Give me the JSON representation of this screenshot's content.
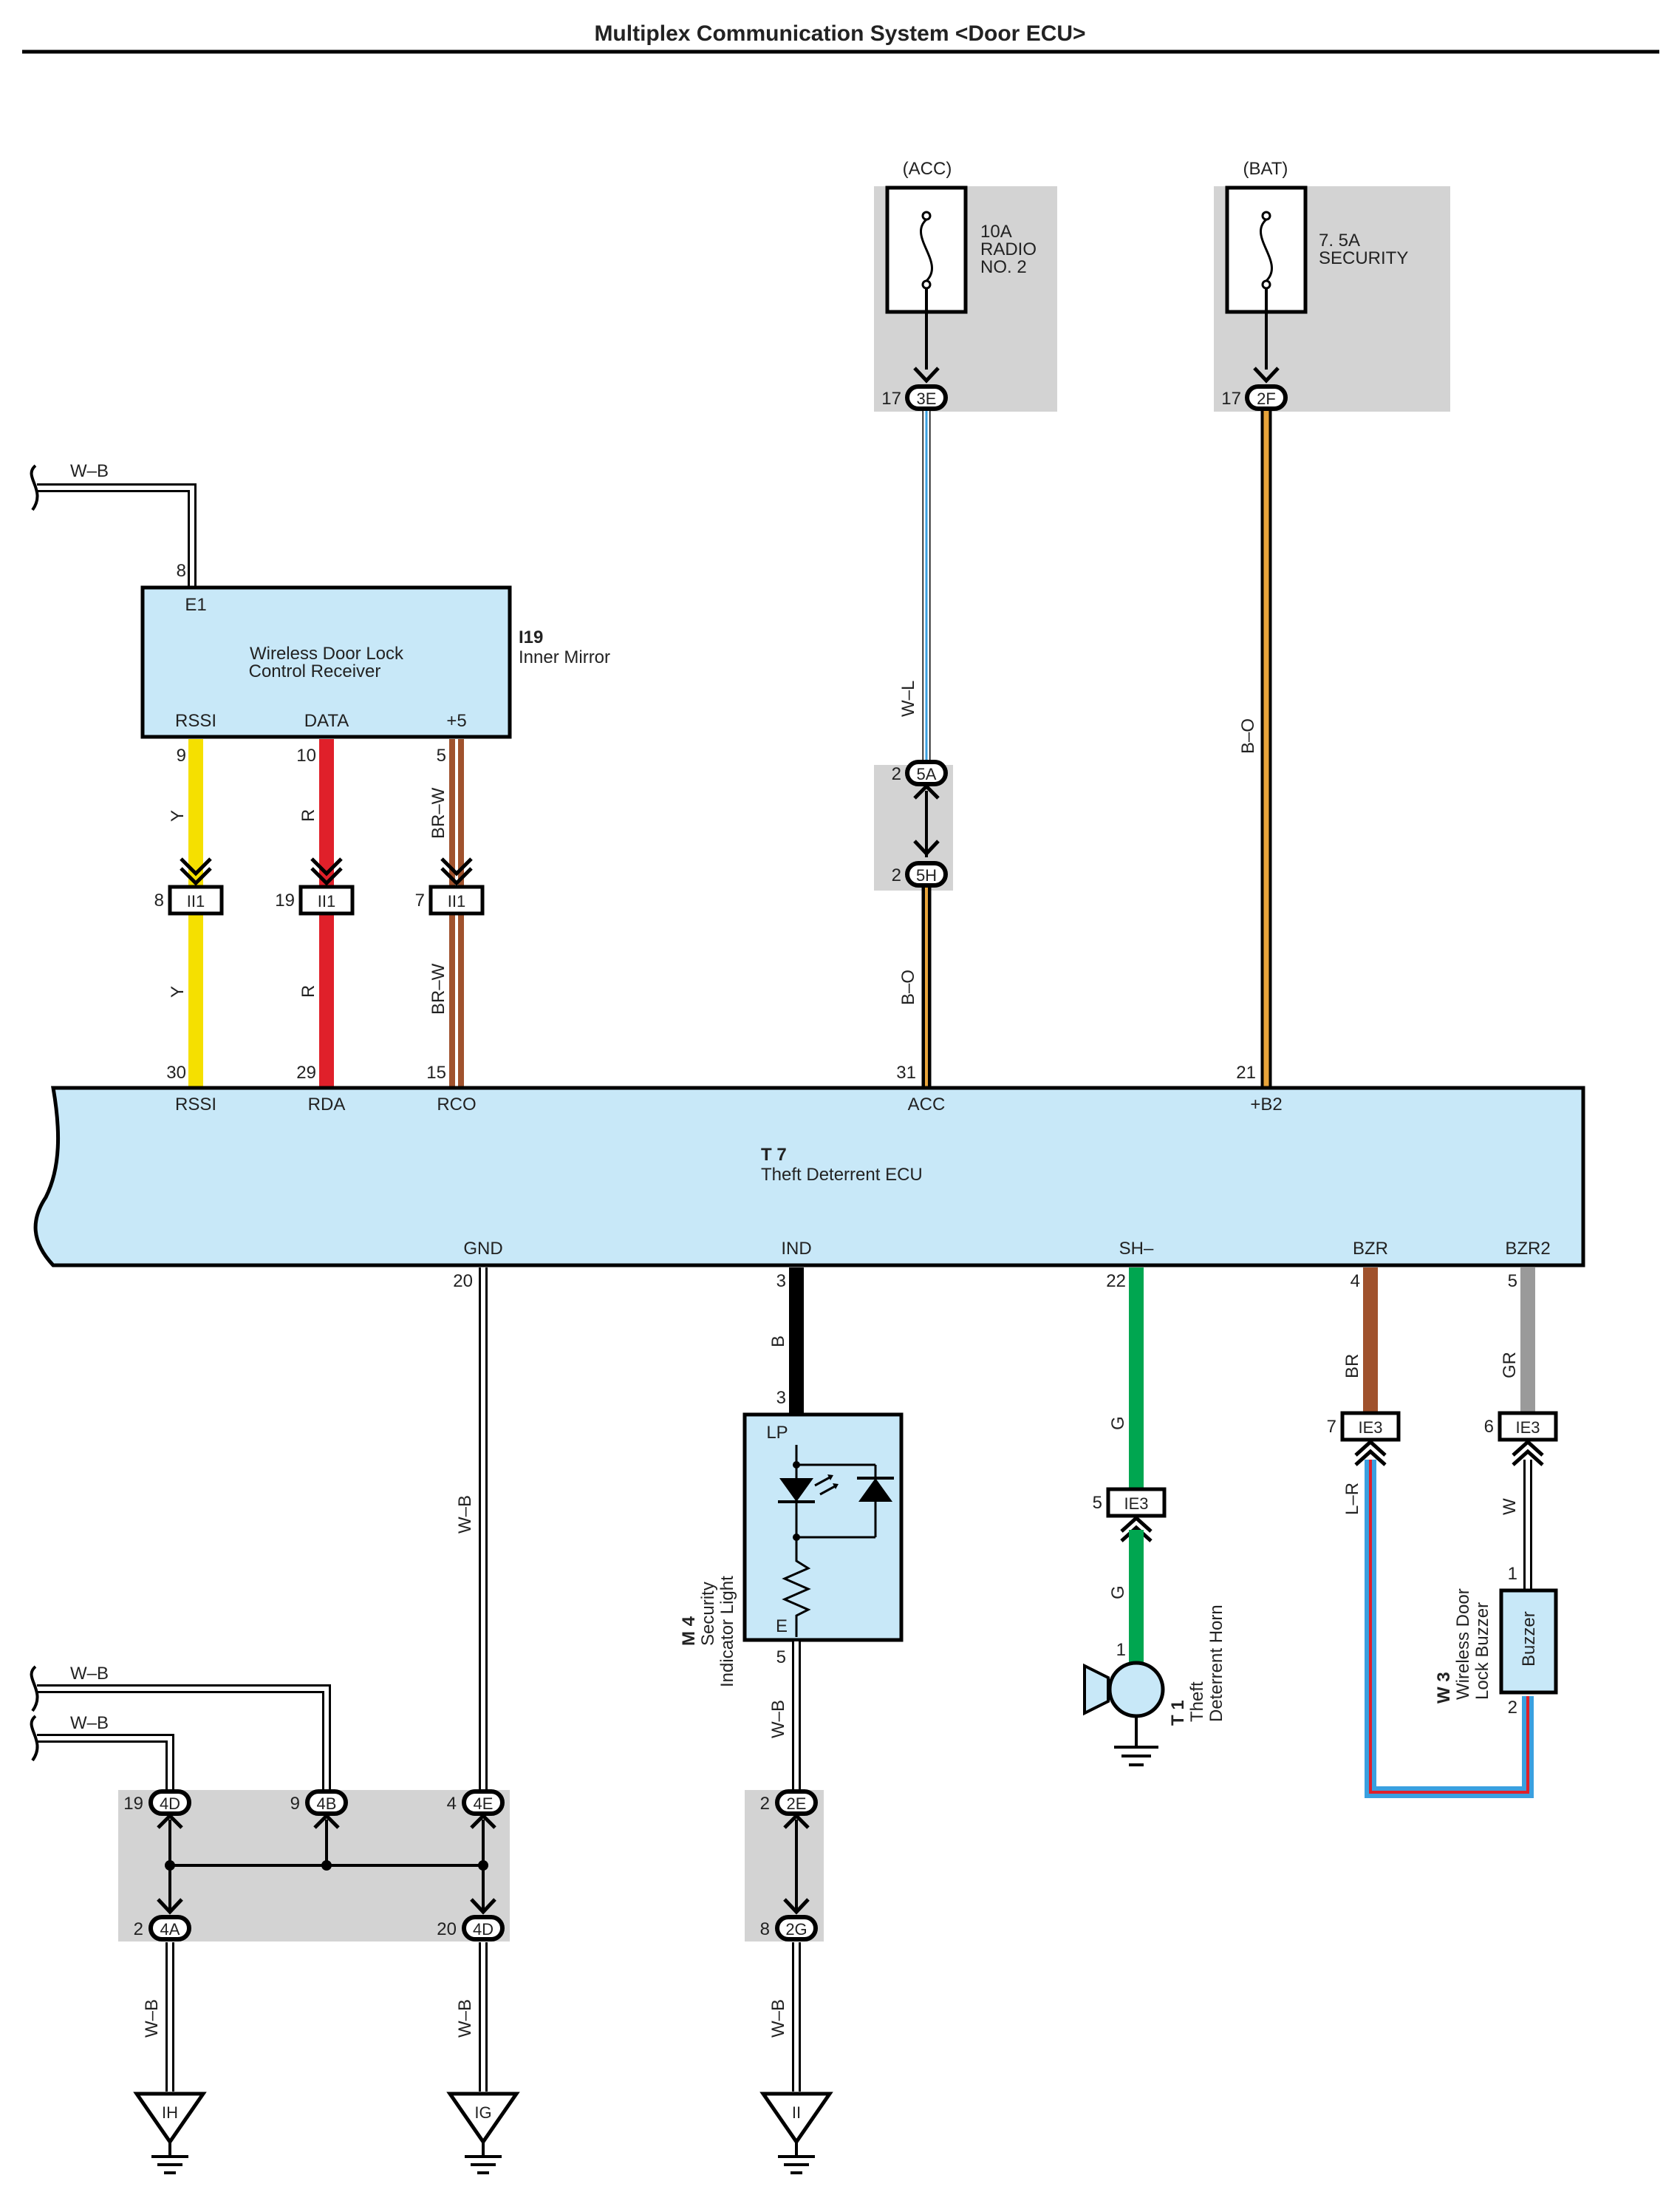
{
  "title": "Multiplex Communication System <Door ECU>",
  "fuses": {
    "acc": {
      "source": "(ACC)",
      "rating": "10A",
      "line1": "RADIO",
      "line2": "NO. 2",
      "pin": "17",
      "connector": "3E"
    },
    "bat": {
      "source": "(BAT)",
      "rating": "7. 5A",
      "line1": "SECURITY",
      "pin": "17",
      "connector": "2F"
    }
  },
  "receiver": {
    "ref": "I19",
    "location": "Inner Mirror",
    "line1": "Wireless Door Lock",
    "line2": "Control Receiver",
    "ground_pin_name": "E1",
    "ground_pin": "8",
    "ground_wire": "W–B",
    "pins": [
      {
        "name": "RSSI",
        "pin": "9",
        "wire": "Y",
        "junction_pin": "8",
        "junction": "II1",
        "wire2": "Y",
        "ecu_pin": "30"
      },
      {
        "name": "DATA",
        "pin": "10",
        "wire": "R",
        "junction_pin": "19",
        "junction": "II1",
        "wire2": "R",
        "ecu_pin": "29"
      },
      {
        "name": "+5",
        "pin": "5",
        "wire": "BR–W",
        "junction_pin": "7",
        "junction": "II1",
        "wire2": "BR–W",
        "ecu_pin": "15"
      }
    ]
  },
  "ecu": {
    "ref": "T 7",
    "name": "Theft Deterrent ECU",
    "top_pins": [
      {
        "name": "RSSI",
        "pin": "30"
      },
      {
        "name": "RDA",
        "pin": "29"
      },
      {
        "name": "RCO",
        "pin": "15"
      },
      {
        "name": "ACC",
        "pin": "31"
      },
      {
        "name": "+B2",
        "pin": "21"
      }
    ],
    "bottom_pins": [
      {
        "name": "GND",
        "pin": "20"
      },
      {
        "name": "IND",
        "pin": "3"
      },
      {
        "name": "SH–",
        "pin": "22"
      },
      {
        "name": "BZR",
        "pin": "4"
      },
      {
        "name": "BZR2",
        "pin": "5"
      }
    ]
  },
  "acc_circuit": {
    "wire1": "W–L",
    "c1_pin": "2",
    "c1": "5A",
    "c2_pin": "2",
    "c2": "5H",
    "wire2": "B–O"
  },
  "bat_circuit": {
    "wire": "B–O"
  },
  "indicator": {
    "ref": "M 4",
    "line1": "Security",
    "line2": "Indicator Light",
    "pin_in": "3",
    "pin_in_name": "LP",
    "pin_out_name": "E",
    "pin_out": "5",
    "wire_in": "B",
    "wire_out": "W–B",
    "c1_pin": "2",
    "c1": "2E",
    "c2_pin": "8",
    "c2": "2G",
    "wire3": "W–B",
    "ground": "II"
  },
  "horn": {
    "ref": "T 1",
    "line1": "Theft",
    "line2": "Deterrent Horn",
    "wire1": "G",
    "c_pin": "5",
    "c": "IE3",
    "wire2": "G",
    "pin": "1"
  },
  "buzzer": {
    "ref": "W 3",
    "line1": "Wireless Door",
    "line2": "Lock Buzzer",
    "label": "Buzzer",
    "bzr_wire": "BR",
    "bzr_c_pin": "7",
    "bzr_c": "IE3",
    "bzr_wire2": "L–R",
    "bzr2_wire": "GR",
    "bzr2_c_pin": "6",
    "bzr2_c": "IE3",
    "bzr2_wire2": "W",
    "pin1": "1",
    "pin2": "2"
  },
  "ground_junction": {
    "wire_a": "W–B",
    "wire_b": "W–B",
    "top": [
      {
        "pin": "19",
        "c": "4D"
      },
      {
        "pin": "9",
        "c": "4B"
      },
      {
        "pin": "4",
        "c": "4E"
      }
    ],
    "bottom": [
      {
        "pin": "2",
        "c": "4A"
      },
      {
        "pin": "20",
        "c": "4D"
      }
    ],
    "ground_wire_a": "W–B",
    "ground_wire_b": "W–B",
    "ground_wire_gnd": "W–B",
    "ground_a": "IH",
    "ground_b": "IG"
  },
  "colors": {
    "yellow": "#f5e000",
    "red": "#e0202a",
    "brown": "#a0522d",
    "orange": "#e8a43a",
    "blue": "#3aa0e0",
    "green": "#00a650",
    "gray": "#9a9a9a",
    "ecu_fill": "#c8e8f8",
    "junction_gray": "#d3d3d3"
  }
}
